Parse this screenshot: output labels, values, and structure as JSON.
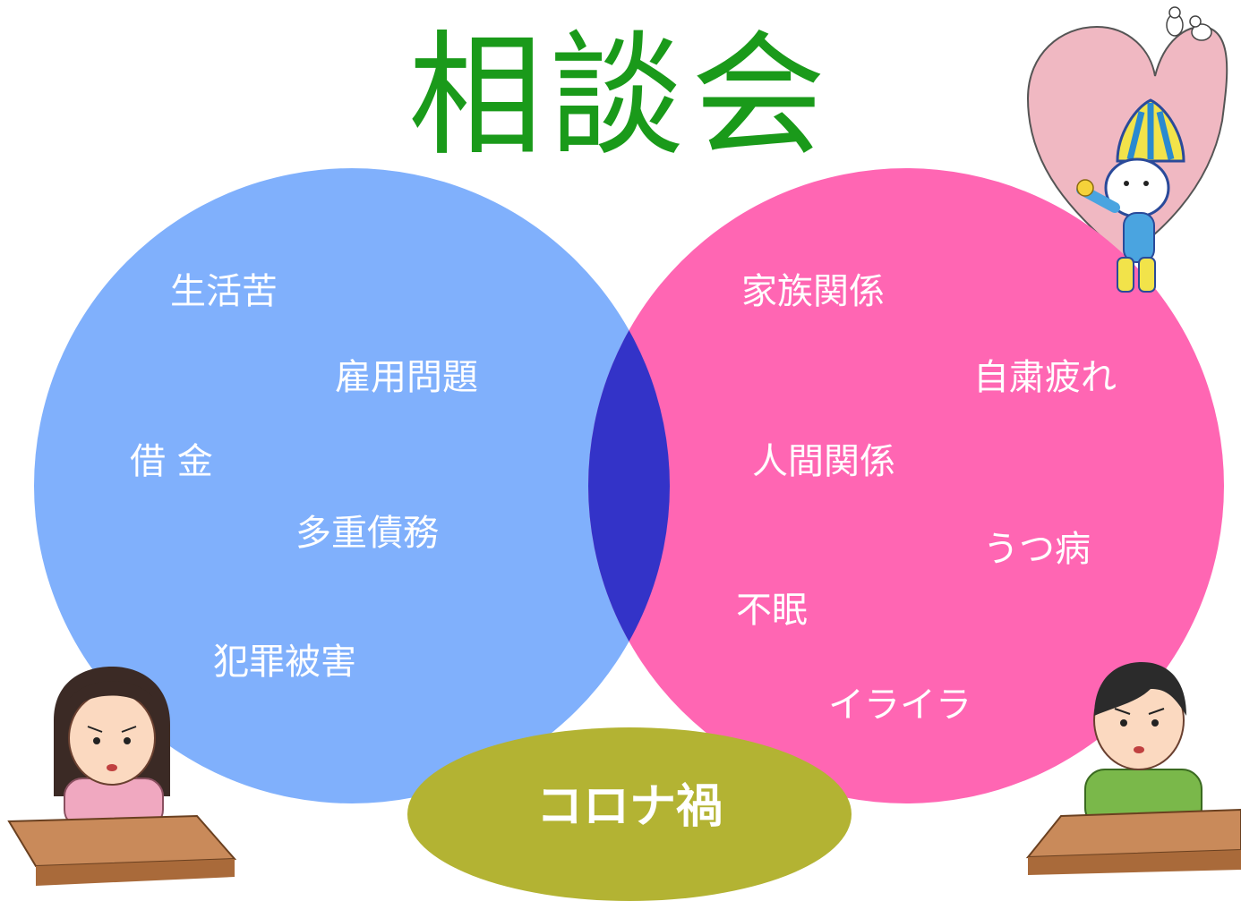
{
  "title": "相談会",
  "left_circle": {
    "color": "#80b0fc",
    "items": [
      "生活苦",
      "雇用問題",
      "借 金",
      "多重債務",
      "犯罪被害"
    ]
  },
  "right_circle": {
    "color": "#ff66b3",
    "items": [
      "家族関係",
      "自粛疲れ",
      "人間関係",
      "うつ病",
      "不眠",
      "イライラ"
    ]
  },
  "overlap_color": "#3333c8",
  "bottom_oval": {
    "label": "コロナ禍",
    "color": "#b3b333"
  },
  "illustrations": [
    "heart-with-doves",
    "mascot-character",
    "worried-woman-at-desk",
    "worried-boy-at-desk"
  ]
}
